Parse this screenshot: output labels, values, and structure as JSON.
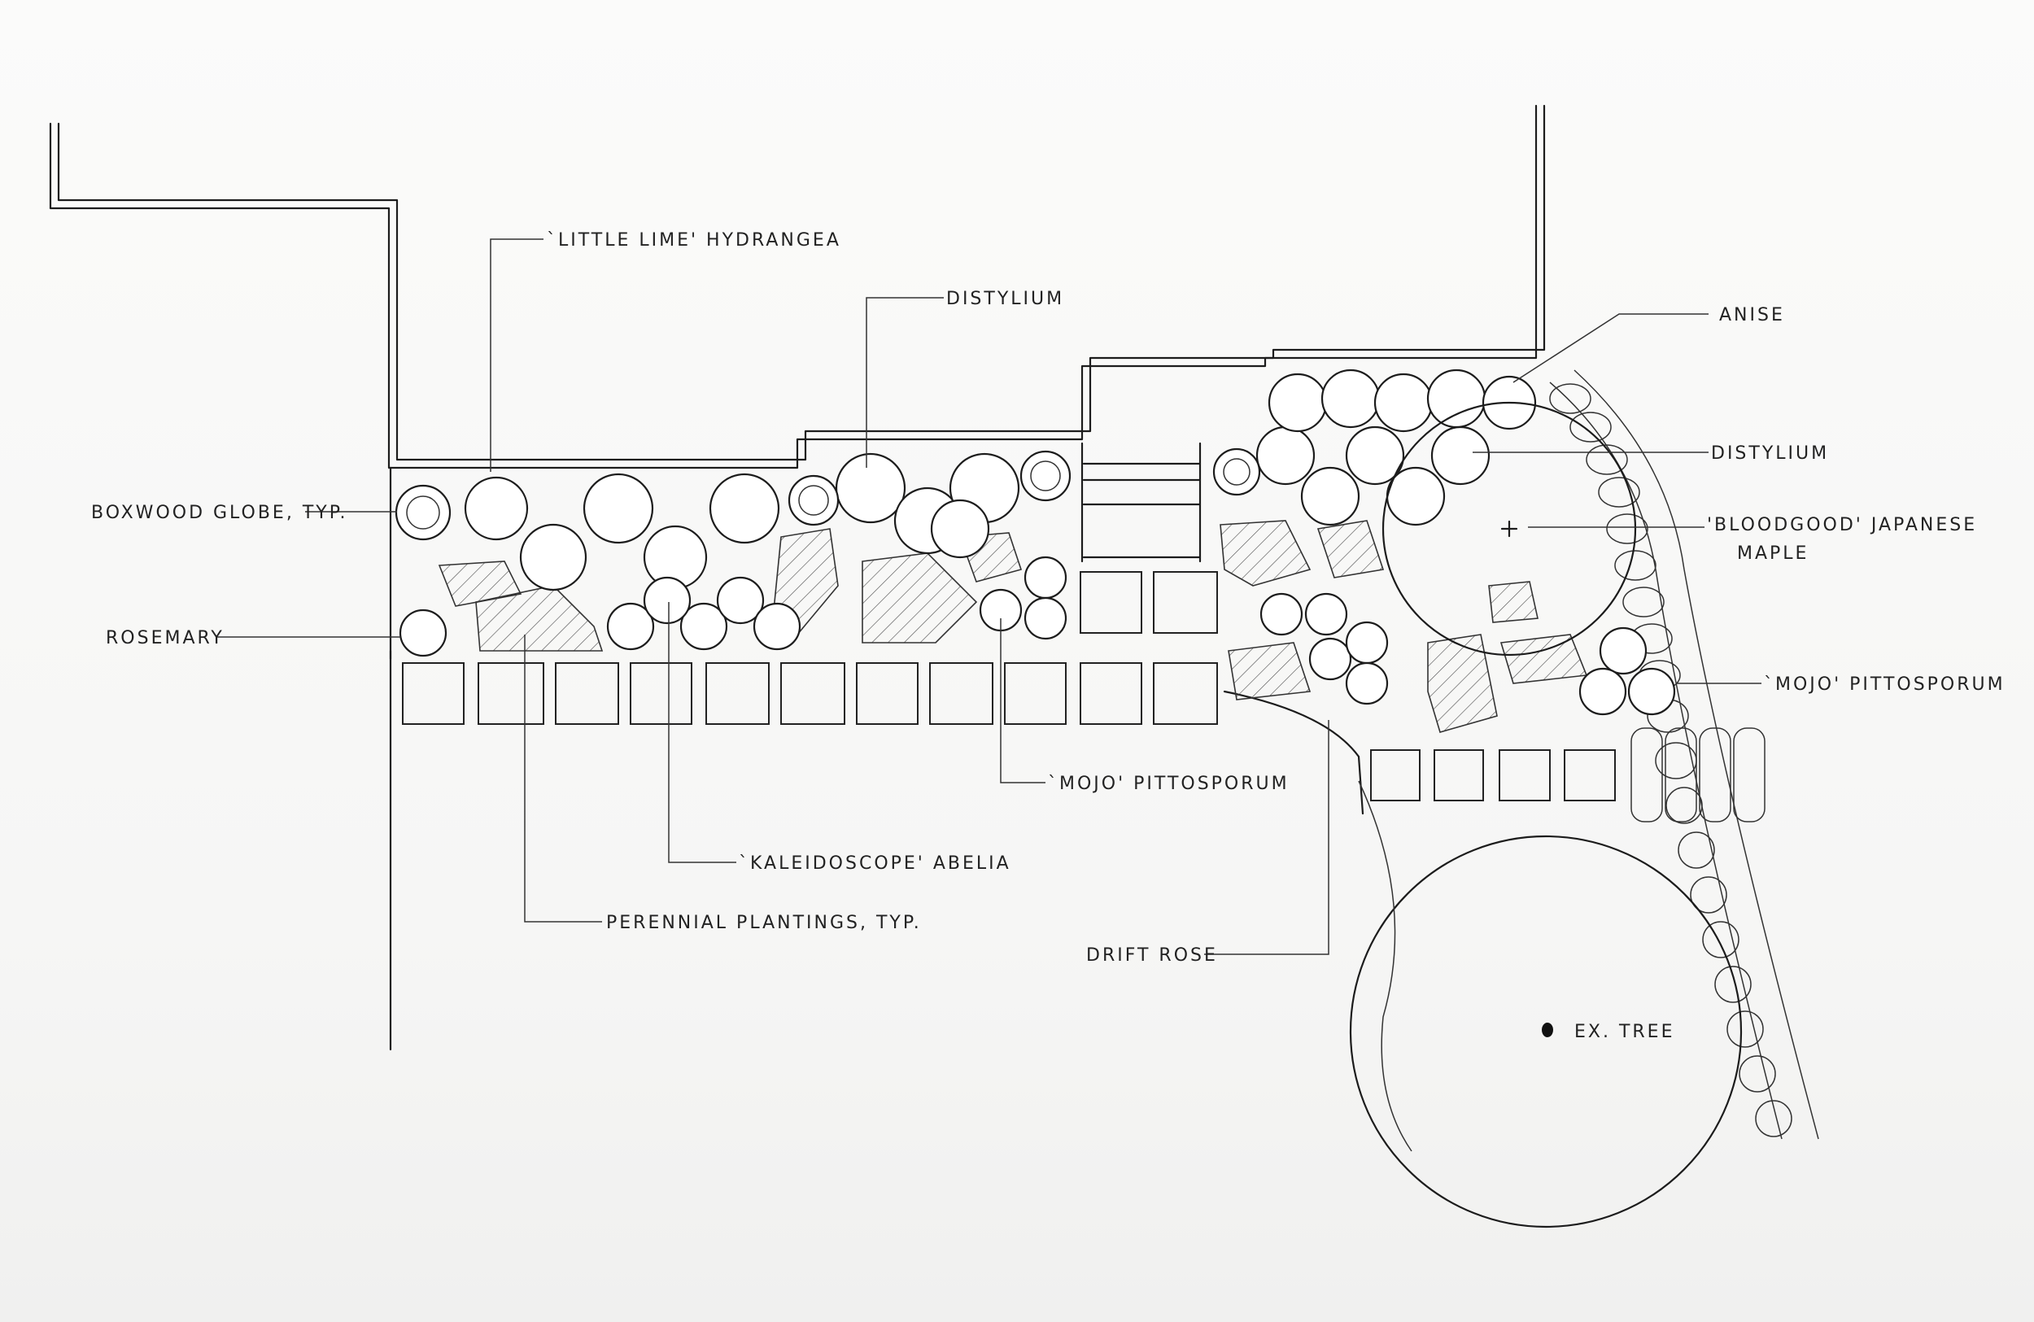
{
  "labels": {
    "little_lime_hydrangea": "`LITTLE LIME' HYDRANGEA",
    "distylium_top": "DISTYLIUM",
    "anise": "ANISE",
    "distylium_right": "DISTYLIUM",
    "japanese_maple_1": "'BLOODGOOD' JAPANESE",
    "japanese_maple_2": "MAPLE",
    "boxwood_globe": "BOXWOOD GLOBE, TYP.",
    "rosemary": "ROSEMARY",
    "mojo_pittosporum_right": "`MOJO' PITTOSPORUM",
    "mojo_pittosporum_center": "`MOJO' PITTOSPORUM",
    "kaleidoscope_abelia": "`KALEIDOSCOPE' ABELIA",
    "perennial_plantings": "PERENNIAL PLANTINGS, TYP.",
    "drift_rose": "DRIFT ROSE",
    "ex_tree": "EX. TREE"
  }
}
